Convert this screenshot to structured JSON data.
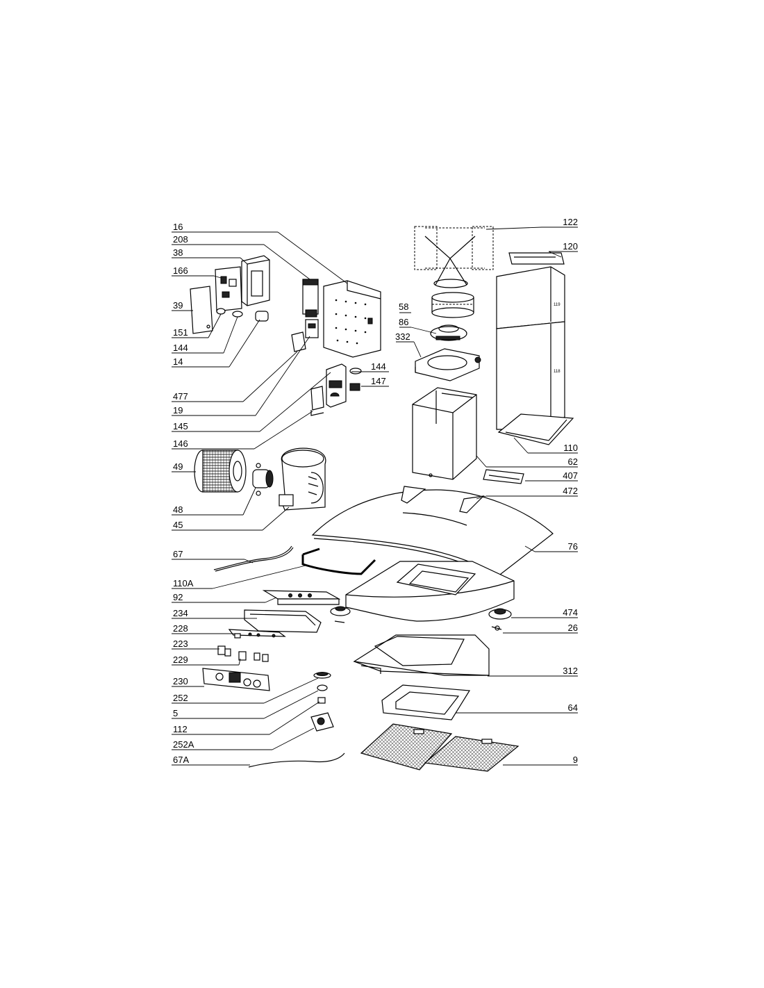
{
  "diagram": {
    "left_labels": [
      "16",
      "208",
      "38",
      "166",
      "39",
      "151",
      "144",
      "14",
      "477",
      "19",
      "145",
      "146",
      "49",
      "48",
      "45",
      "67",
      "110A",
      "92",
      "234",
      "228",
      "223",
      "229",
      "230",
      "252",
      "5",
      "112",
      "252A",
      "67A"
    ],
    "right_labels": [
      "122",
      "120",
      "58",
      "86",
      "332",
      "144",
      "147",
      "110",
      "62",
      "407",
      "472",
      "76",
      "474",
      "26",
      "312",
      "64",
      "9"
    ],
    "column_labels": [
      "119",
      "118"
    ]
  }
}
